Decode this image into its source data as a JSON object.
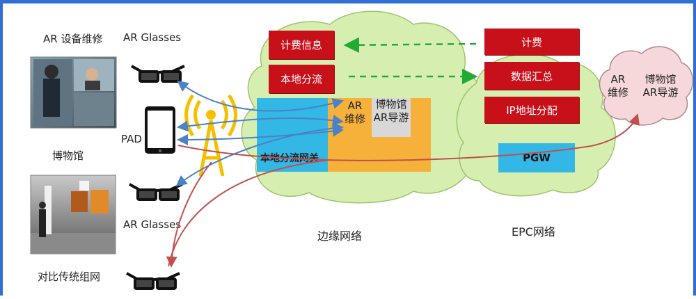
{
  "left": {
    "ar_maintenance_label": "AR 设备维修",
    "ar_glasses_top_label": "AR Glasses",
    "pad_label": "PAD",
    "museum_label": "博物馆",
    "ar_glasses_bottom_label": "AR Glasses",
    "traditional_label": "对比传统组网"
  },
  "edge": {
    "billing_info": "计费信息",
    "local_offload": "本地分流",
    "gateway": "本地分流网关",
    "ar_line1": "AR",
    "ar_line2": "维修",
    "museum_line1": "博物馆",
    "museum_line2": "AR导游",
    "network_label": "边缘网络"
  },
  "epc": {
    "billing": "计费",
    "data_summary": "数据汇总",
    "ip_assign": "IP地址分配",
    "pgw": "PGW",
    "network_label": "EPC网络"
  },
  "remote": {
    "ar_line1": "AR",
    "ar_line2": "维修",
    "museum_line1": "博物馆",
    "museum_line2": "AR导游"
  },
  "colors": {
    "cloud_fill": "#d6efb0",
    "red_box": "#c8101a",
    "cyan_box": "#33b7e5",
    "orange_box": "#f6b13a",
    "green_arrow": "#22aa33",
    "blue_arrow": "#4a82c8",
    "red_arrow": "#c0504d",
    "pink_cloud": "#f6d8da"
  }
}
